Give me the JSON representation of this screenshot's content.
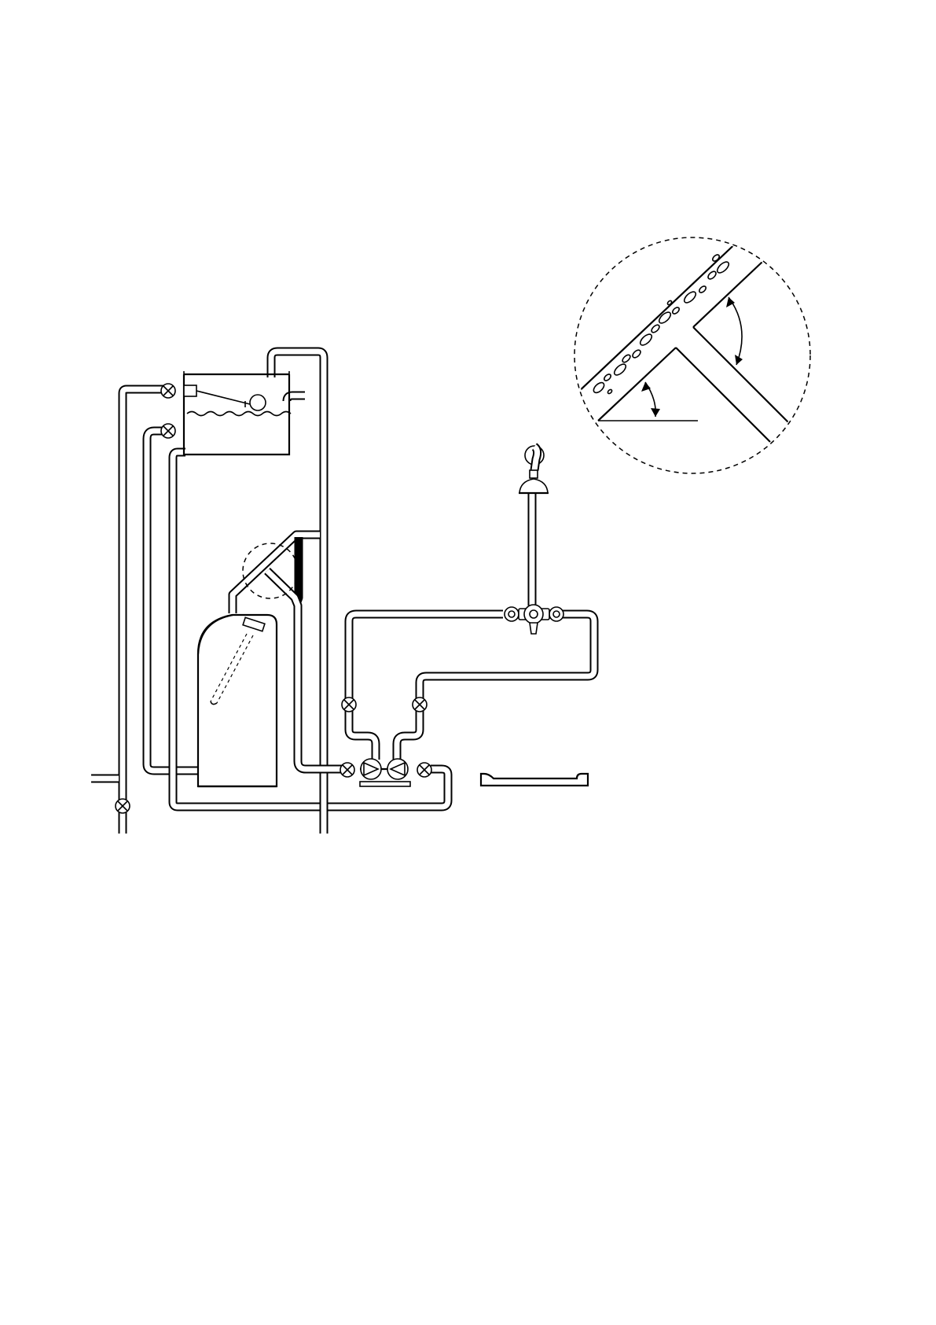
{
  "diagram": {
    "components": [
      {
        "name": "cold-water-storage-cistern"
      },
      {
        "name": "float-valve"
      },
      {
        "name": "hot-water-cylinder"
      },
      {
        "name": "immersion-heater"
      },
      {
        "name": "twin-impeller-shower-pump"
      },
      {
        "name": "thermostatic-shower-mixer"
      },
      {
        "name": "shower-head"
      },
      {
        "name": "shower-tray"
      },
      {
        "name": "isolating-valves"
      },
      {
        "name": "pipe-junction-detail"
      }
    ]
  }
}
